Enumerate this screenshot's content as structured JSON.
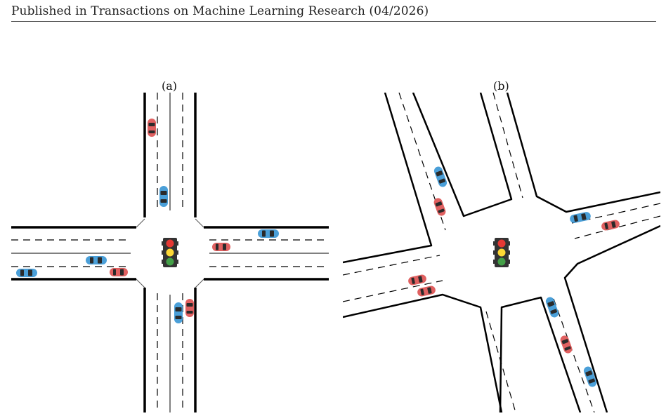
{
  "header": {
    "text": "Published in Transactions on Machine Learning Research (04/2026)"
  },
  "figure": {
    "panels": [
      {
        "label": "(a)",
        "type": "four-way intersection with traffic light"
      },
      {
        "label": "(b)",
        "type": "skewed four-way intersection with traffic light"
      }
    ],
    "colors": {
      "car_red": "#e06060",
      "car_blue": "#4a9fd8",
      "light_red": "#e53935",
      "light_yellow": "#fdd835",
      "light_green": "#43a047",
      "light_housing": "#333333"
    }
  }
}
